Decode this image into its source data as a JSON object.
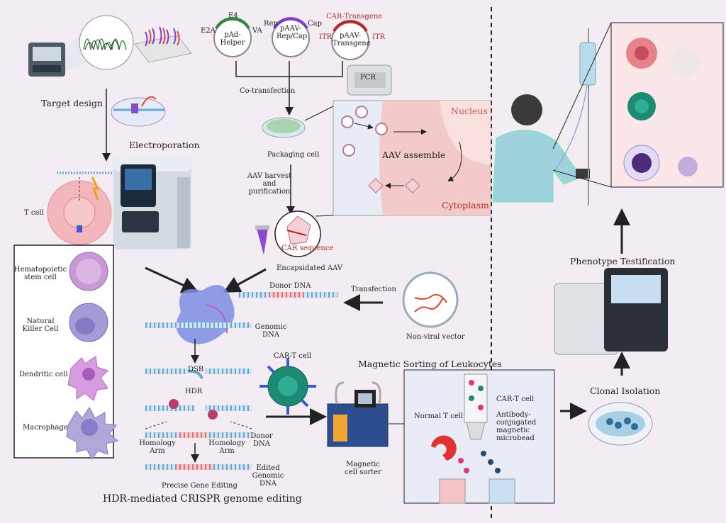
{
  "labels": {
    "target_design": "Target design",
    "electroporation": "Electroporation",
    "t_cell": "T cell",
    "hsc": "Hematopoietic stem cell",
    "nk": "Natural Killer Cell",
    "dendritic": "Dendritic cell",
    "macrophage": "Macrophage",
    "e4": "E4",
    "e2a": "E2A",
    "va": "VA",
    "pad_helper": "pAd-Helper",
    "rep": "Rep",
    "cap": "Cap",
    "paav_repcap": "pAAV-Rep/Cap",
    "car_transgene_top": "CAR-Transgene",
    "itr_left": "ITR",
    "itr_right": "ITR",
    "paav_transgene": "pAAV-Transgene",
    "pcr": "PCR",
    "cotransfection": "Co-transfection",
    "packaging_cell": "Packaging cell",
    "aav_harvest": "AAV harvest and purification",
    "car_sequence": "CAR sequence",
    "encapsidated_aav": "Encapsidated AAV",
    "nucleus": "Nucleus",
    "aav_assemble": "AAV assemble",
    "cytoplasm": "Cytoplasm",
    "donor_dna_top": "Donor DNA",
    "transfection": "Transfection",
    "nonviral_vector": "Non-viral vector",
    "genomic_dna": "Genomic DNA",
    "dsb": "DSB",
    "hdr": "HDR",
    "homology_arm_left": "Homology Arm",
    "homology_arm_right": "Homology Arm",
    "donor_dna_bottom": "Donor DNA",
    "edited_genomic_dna": "Edited Genomic DNA",
    "precise_gene_editing": "Precise Gene Editing",
    "hdr_crispr": "HDR-mediated CRISPR genome editing",
    "car_t_cell_left": "CAR-T cell",
    "magnetic_sorting": "Magnetic Sorting of Leukocytes",
    "car_t_cell_right": "CAR-T cell",
    "normal_t_cell": "Normal T cell",
    "antibody_microbead": "Antibody-conjugated magnetic microbead",
    "magnetic_cell_sorter": "Magnetic cell sorter",
    "clonal_isolation": "Clonal Isolation",
    "phenotype_testification": "Phenotype Testification"
  },
  "colors": {
    "background": "#f3ecf3",
    "cytoplasm": "#f3c9c9",
    "nucleus": "#f7e0de",
    "car_t": "#1d8a74",
    "t_cell": "#f3b6bd",
    "hsc": "#c79ad5",
    "macrophage": "#b3a6d9",
    "sorter_blue": "#2c4d8e"
  }
}
